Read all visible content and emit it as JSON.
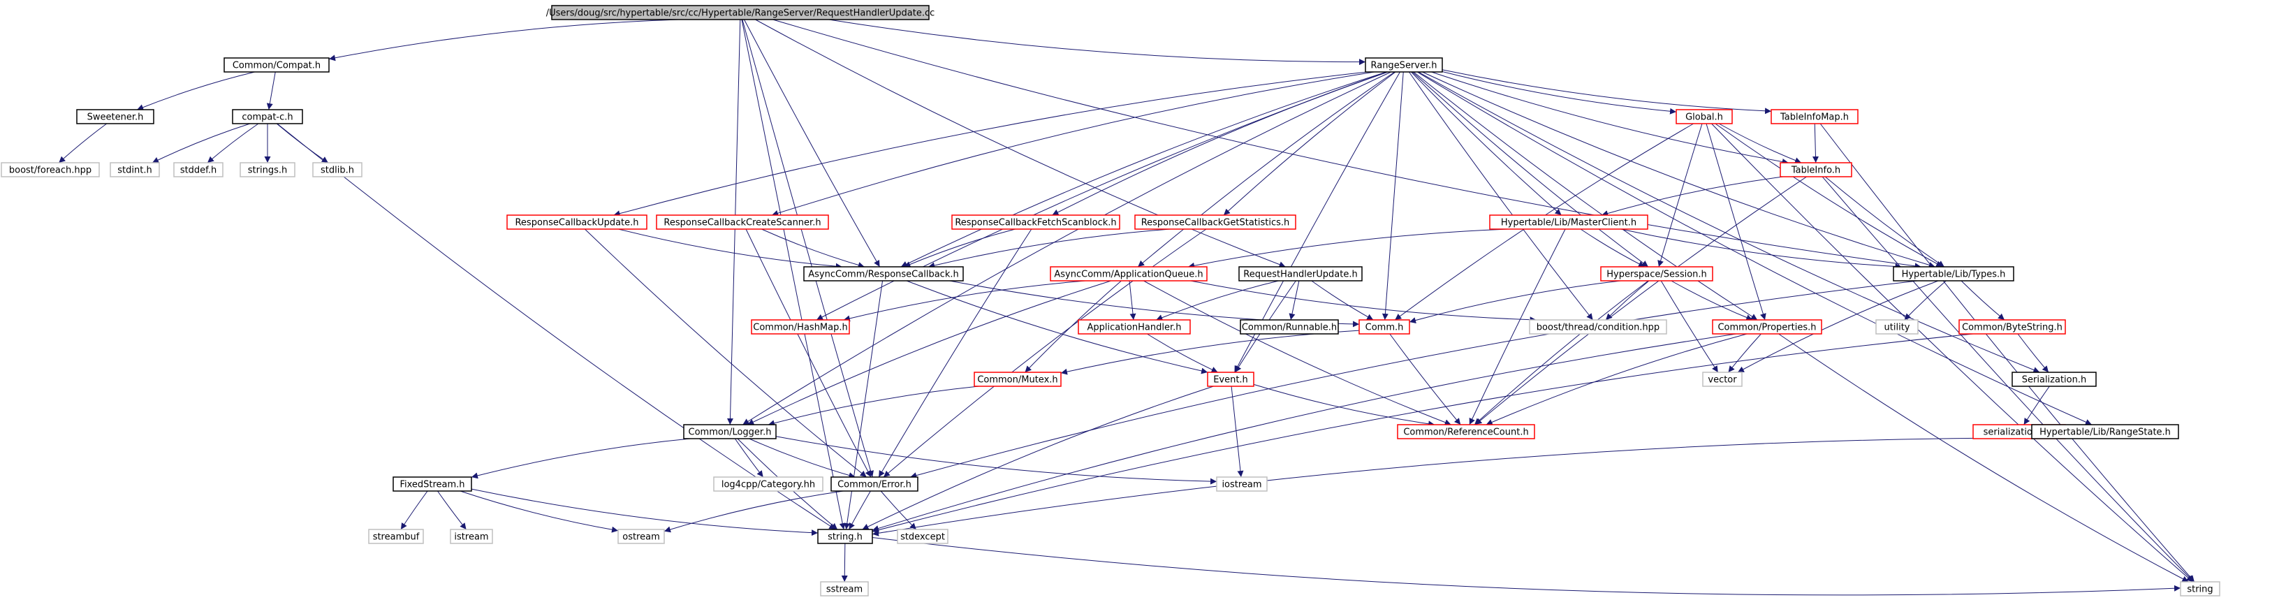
{
  "colors": {
    "edge": "#191970",
    "root_fill": "#bfbfbf",
    "root_border": "#000000",
    "normal_border": "#000000",
    "truncated_border": "#ff0000",
    "external_border": "#bfbfbf",
    "text": "#000000"
  },
  "nodes": [
    {
      "id": "root",
      "label": "/Users/doug/src/hypertable/src/cc/Hypertable/RangeServer/RequestHandlerUpdate.cc",
      "kind": "root"
    },
    {
      "id": "compat_h",
      "label": "Common/Compat.h",
      "kind": "normal"
    },
    {
      "id": "rangeserver_h",
      "label": "RangeServer.h",
      "kind": "normal"
    },
    {
      "id": "sweetener_h",
      "label": "Sweetener.h",
      "kind": "normal"
    },
    {
      "id": "compat_c_h",
      "label": "compat-c.h",
      "kind": "normal"
    },
    {
      "id": "boost_foreach",
      "label": "boost/foreach.hpp",
      "kind": "external"
    },
    {
      "id": "stdint_h",
      "label": "stdint.h",
      "kind": "external"
    },
    {
      "id": "stddef_h",
      "label": "stddef.h",
      "kind": "external"
    },
    {
      "id": "strings_h",
      "label": "strings.h",
      "kind": "external"
    },
    {
      "id": "stdlib_h",
      "label": "stdlib.h",
      "kind": "external"
    },
    {
      "id": "global_h",
      "label": "Global.h",
      "kind": "truncated"
    },
    {
      "id": "tableinfomap_h",
      "label": "TableInfoMap.h",
      "kind": "truncated"
    },
    {
      "id": "tableinfo_h",
      "label": "TableInfo.h",
      "kind": "truncated"
    },
    {
      "id": "rcb_update_h",
      "label": "ResponseCallbackUpdate.h",
      "kind": "truncated"
    },
    {
      "id": "rcb_createscanner_h",
      "label": "ResponseCallbackCreateScanner.h",
      "kind": "truncated"
    },
    {
      "id": "rcb_fetchscanblock_h",
      "label": "ResponseCallbackFetchScanblock.h",
      "kind": "truncated"
    },
    {
      "id": "rcb_getstats_h",
      "label": "ResponseCallbackGetStatistics.h",
      "kind": "truncated"
    },
    {
      "id": "masterclient_h",
      "label": "Hypertable/Lib/MasterClient.h",
      "kind": "truncated"
    },
    {
      "id": "asynccomm_rcb_h",
      "label": "AsyncComm/ResponseCallback.h",
      "kind": "normal"
    },
    {
      "id": "appqueue_h",
      "label": "AsyncComm/ApplicationQueue.h",
      "kind": "truncated"
    },
    {
      "id": "rhu_h",
      "label": "RequestHandlerUpdate.h",
      "kind": "normal"
    },
    {
      "id": "session_h",
      "label": "Hyperspace/Session.h",
      "kind": "truncated"
    },
    {
      "id": "types_h",
      "label": "Hypertable/Lib/Types.h",
      "kind": "normal"
    },
    {
      "id": "hashmap_h",
      "label": "Common/HashMap.h",
      "kind": "truncated"
    },
    {
      "id": "apphandler_h",
      "label": "ApplicationHandler.h",
      "kind": "truncated"
    },
    {
      "id": "runnable_h",
      "label": "Common/Runnable.h",
      "kind": "normal"
    },
    {
      "id": "comm_h",
      "label": "Comm.h",
      "kind": "truncated"
    },
    {
      "id": "boost_condition",
      "label": "boost/thread/condition.hpp",
      "kind": "external"
    },
    {
      "id": "properties_h",
      "label": "Common/Properties.h",
      "kind": "truncated"
    },
    {
      "id": "utility",
      "label": "utility",
      "kind": "external"
    },
    {
      "id": "bytestring_h",
      "label": "Common/ByteString.h",
      "kind": "truncated"
    },
    {
      "id": "vector",
      "label": "vector",
      "kind": "external"
    },
    {
      "id": "serialization_h",
      "label": "Serialization.h",
      "kind": "normal"
    },
    {
      "id": "mutex_h",
      "label": "Common/Mutex.h",
      "kind": "truncated"
    },
    {
      "id": "event_h",
      "label": "Event.h",
      "kind": "truncated"
    },
    {
      "id": "refcount_h",
      "label": "Common/ReferenceCount.h",
      "kind": "truncated"
    },
    {
      "id": "serialization_c_h",
      "label": "serialization-c.h",
      "kind": "truncated"
    },
    {
      "id": "rangestate_h",
      "label": "Hypertable/Lib/RangeState.h",
      "kind": "normal"
    },
    {
      "id": "logger_h",
      "label": "Common/Logger.h",
      "kind": "normal"
    },
    {
      "id": "fixedstream_h",
      "label": "FixedStream.h",
      "kind": "normal"
    },
    {
      "id": "log4cpp_category",
      "label": "log4cpp/Category.hh",
      "kind": "external"
    },
    {
      "id": "error_h",
      "label": "Common/Error.h",
      "kind": "normal"
    },
    {
      "id": "iostream",
      "label": "iostream",
      "kind": "external"
    },
    {
      "id": "streambuf",
      "label": "streambuf",
      "kind": "external"
    },
    {
      "id": "istream",
      "label": "istream",
      "kind": "external"
    },
    {
      "id": "ostream",
      "label": "ostream",
      "kind": "external"
    },
    {
      "id": "string_h",
      "label": "string.h",
      "kind": "normal"
    },
    {
      "id": "stdexcept",
      "label": "stdexcept",
      "kind": "external"
    },
    {
      "id": "sstream",
      "label": "sstream",
      "kind": "external"
    },
    {
      "id": "string",
      "label": "string",
      "kind": "external"
    }
  ],
  "edges": [
    [
      "root",
      "compat_h"
    ],
    [
      "root",
      "rangeserver_h"
    ],
    [
      "root",
      "asynccomm_rcb_h"
    ],
    [
      "root",
      "rhu_h"
    ],
    [
      "root",
      "logger_h"
    ],
    [
      "root",
      "error_h"
    ],
    [
      "root",
      "string_h"
    ],
    [
      "root",
      "types_h"
    ],
    [
      "compat_h",
      "sweetener_h"
    ],
    [
      "compat_h",
      "compat_c_h"
    ],
    [
      "sweetener_h",
      "boost_foreach"
    ],
    [
      "compat_c_h",
      "stdint_h"
    ],
    [
      "compat_c_h",
      "stddef_h"
    ],
    [
      "compat_c_h",
      "strings_h"
    ],
    [
      "compat_c_h",
      "stdlib_h"
    ],
    [
      "compat_c_h",
      "string_h"
    ],
    [
      "rangeserver_h",
      "global_h"
    ],
    [
      "rangeserver_h",
      "tableinfomap_h"
    ],
    [
      "rangeserver_h",
      "tableinfo_h"
    ],
    [
      "rangeserver_h",
      "rcb_update_h"
    ],
    [
      "rangeserver_h",
      "rcb_createscanner_h"
    ],
    [
      "rangeserver_h",
      "rcb_fetchscanblock_h"
    ],
    [
      "rangeserver_h",
      "rcb_getstats_h"
    ],
    [
      "rangeserver_h",
      "masterclient_h"
    ],
    [
      "rangeserver_h",
      "asynccomm_rcb_h"
    ],
    [
      "rangeserver_h",
      "appqueue_h"
    ],
    [
      "rangeserver_h",
      "session_h"
    ],
    [
      "rangeserver_h",
      "types_h"
    ],
    [
      "rangeserver_h",
      "hashmap_h"
    ],
    [
      "rangeserver_h",
      "comm_h"
    ],
    [
      "rangeserver_h",
      "event_h"
    ],
    [
      "rangeserver_h",
      "properties_h"
    ],
    [
      "rangeserver_h",
      "serialization_h"
    ],
    [
      "rangeserver_h",
      "rangestate_h"
    ],
    [
      "rangeserver_h",
      "logger_h"
    ],
    [
      "rangeserver_h",
      "boost_condition"
    ],
    [
      "global_h",
      "tableinfo_h"
    ],
    [
      "global_h",
      "session_h"
    ],
    [
      "global_h",
      "types_h"
    ],
    [
      "global_h",
      "properties_h"
    ],
    [
      "global_h",
      "comm_h"
    ],
    [
      "global_h",
      "string"
    ],
    [
      "tableinfomap_h",
      "tableinfo_h"
    ],
    [
      "tableinfomap_h",
      "string"
    ],
    [
      "tableinfo_h",
      "masterclient_h"
    ],
    [
      "tableinfo_h",
      "types_h"
    ],
    [
      "tableinfo_h",
      "refcount_h"
    ],
    [
      "tableinfo_h",
      "string"
    ],
    [
      "rcb_update_h",
      "asynccomm_rcb_h"
    ],
    [
      "rcb_update_h",
      "error_h"
    ],
    [
      "rcb_createscanner_h",
      "asynccomm_rcb_h"
    ],
    [
      "rcb_createscanner_h",
      "error_h"
    ],
    [
      "rcb_fetchscanblock_h",
      "asynccomm_rcb_h"
    ],
    [
      "rcb_fetchscanblock_h",
      "error_h"
    ],
    [
      "rcb_getstats_h",
      "asynccomm_rcb_h"
    ],
    [
      "rcb_getstats_h",
      "error_h"
    ],
    [
      "masterclient_h",
      "appqueue_h"
    ],
    [
      "masterclient_h",
      "session_h"
    ],
    [
      "masterclient_h",
      "types_h"
    ],
    [
      "masterclient_h",
      "refcount_h"
    ],
    [
      "asynccomm_rcb_h",
      "comm_h"
    ],
    [
      "asynccomm_rcb_h",
      "event_h"
    ],
    [
      "asynccomm_rcb_h",
      "string_h"
    ],
    [
      "appqueue_h",
      "hashmap_h"
    ],
    [
      "appqueue_h",
      "apphandler_h"
    ],
    [
      "appqueue_h",
      "mutex_h"
    ],
    [
      "appqueue_h",
      "logger_h"
    ],
    [
      "appqueue_h",
      "refcount_h"
    ],
    [
      "appqueue_h",
      "boost_condition"
    ],
    [
      "rhu_h",
      "apphandler_h"
    ],
    [
      "rhu_h",
      "runnable_h"
    ],
    [
      "rhu_h",
      "comm_h"
    ],
    [
      "rhu_h",
      "event_h"
    ],
    [
      "session_h",
      "comm_h"
    ],
    [
      "session_h",
      "properties_h"
    ],
    [
      "session_h",
      "refcount_h"
    ],
    [
      "session_h",
      "boost_condition"
    ],
    [
      "session_h",
      "vector"
    ],
    [
      "types_h",
      "utility"
    ],
    [
      "types_h",
      "bytestring_h"
    ],
    [
      "types_h",
      "vector"
    ],
    [
      "types_h",
      "error_h"
    ],
    [
      "apphandler_h",
      "event_h"
    ],
    [
      "comm_h",
      "mutex_h"
    ],
    [
      "comm_h",
      "refcount_h"
    ],
    [
      "properties_h",
      "vector"
    ],
    [
      "properties_h",
      "refcount_h"
    ],
    [
      "properties_h",
      "string_h"
    ],
    [
      "properties_h",
      "string"
    ],
    [
      "bytestring_h",
      "serialization_h"
    ],
    [
      "bytestring_h",
      "string_h"
    ],
    [
      "serialization_h",
      "serialization_c_h"
    ],
    [
      "mutex_h",
      "logger_h"
    ],
    [
      "event_h",
      "refcount_h"
    ],
    [
      "event_h",
      "iostream"
    ],
    [
      "event_h",
      "string_h"
    ],
    [
      "rangestate_h",
      "string_h"
    ],
    [
      "logger_h",
      "fixedstream_h"
    ],
    [
      "logger_h",
      "log4cpp_category"
    ],
    [
      "logger_h",
      "error_h"
    ],
    [
      "logger_h",
      "string_h"
    ],
    [
      "logger_h",
      "iostream"
    ],
    [
      "fixedstream_h",
      "streambuf"
    ],
    [
      "fixedstream_h",
      "istream"
    ],
    [
      "fixedstream_h",
      "ostream"
    ],
    [
      "fixedstream_h",
      "string_h"
    ],
    [
      "error_h",
      "ostream"
    ],
    [
      "error_h",
      "stdexcept"
    ],
    [
      "error_h",
      "string_h"
    ],
    [
      "string_h",
      "sstream"
    ],
    [
      "string_h",
      "string"
    ]
  ]
}
